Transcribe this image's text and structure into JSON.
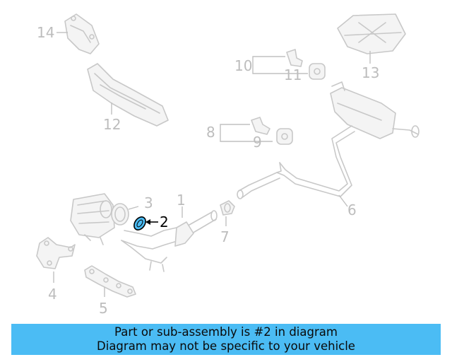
{
  "callouts": {
    "c1": "1",
    "c2": "2",
    "c3": "3",
    "c4": "4",
    "c5": "5",
    "c6": "6",
    "c7": "7",
    "c8": "8",
    "c9": "9",
    "c10": "10",
    "c11": "11",
    "c12": "12",
    "c13": "13",
    "c14": "14"
  },
  "highlight": {
    "part_number": "2",
    "color": "#4bbcf4"
  },
  "banner": {
    "line1": "Part or sub-assembly is #2 in diagram",
    "line2": "Diagram may not be specific to your vehicle",
    "background": "#4bbcf4"
  }
}
